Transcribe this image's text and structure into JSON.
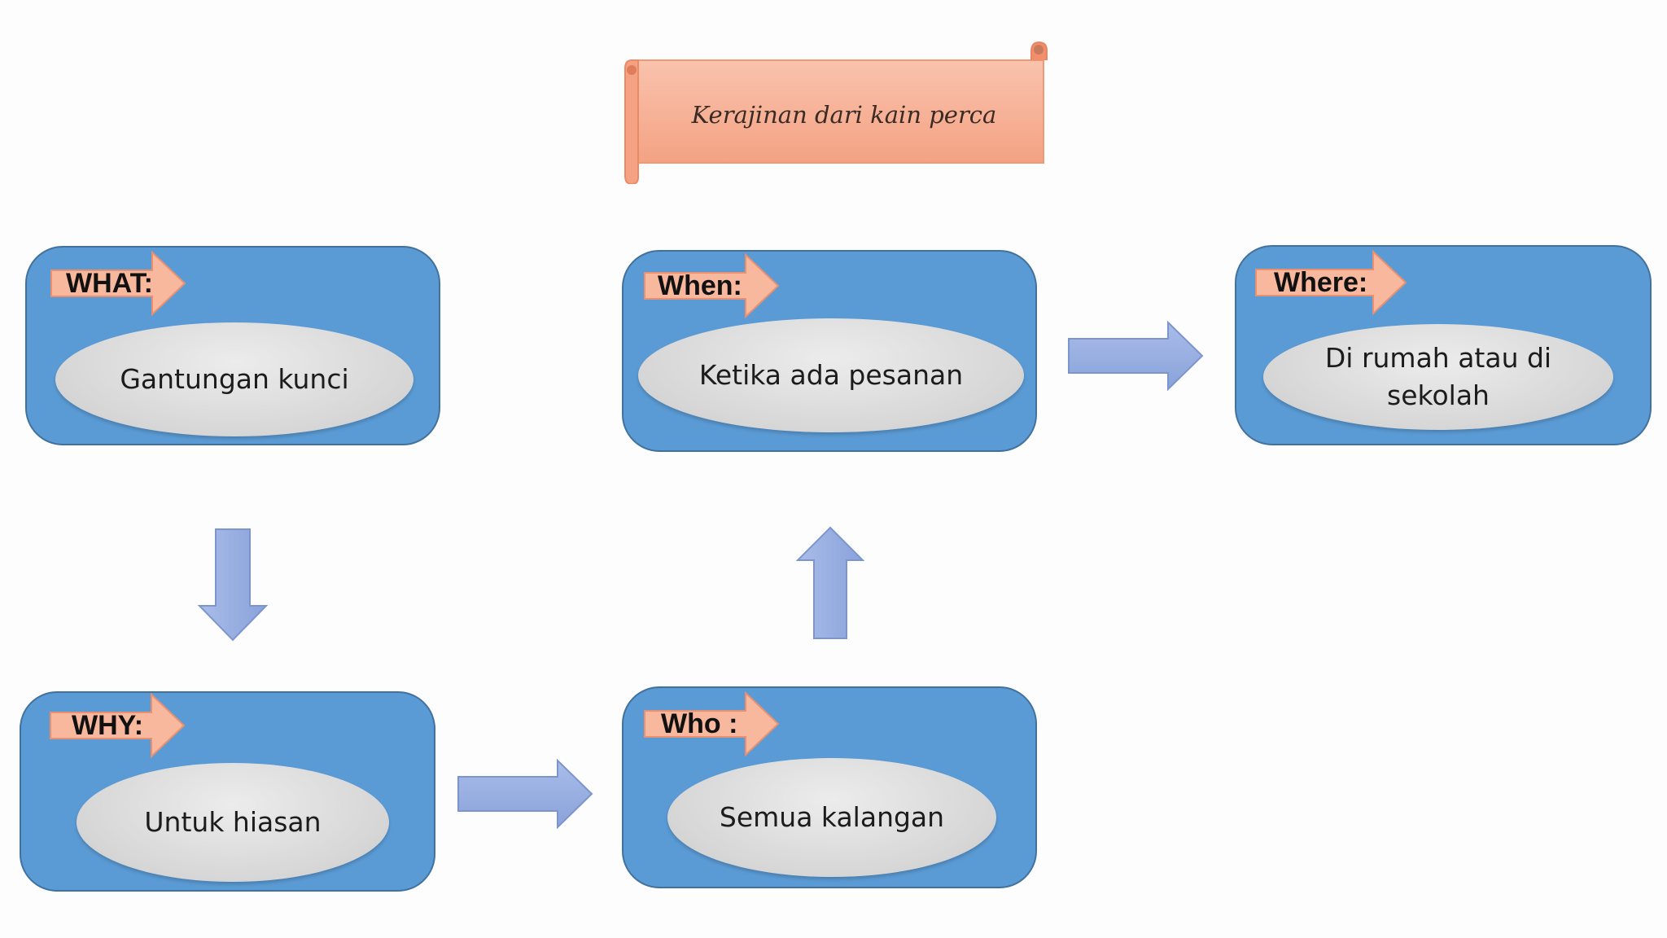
{
  "banner": {
    "text": "Kerajinan dari kain perca"
  },
  "cards": {
    "what": {
      "tag": "WHAT:",
      "text": "Gantungan kunci"
    },
    "when": {
      "tag": "When:",
      "text": "Ketika ada pesanan"
    },
    "where": {
      "tag": "Where:",
      "text": "Di rumah atau di sekolah"
    },
    "why": {
      "tag": "WHY:",
      "text": "Untuk hiasan"
    },
    "who": {
      "tag": "Who :",
      "text": "Semua kalangan"
    }
  },
  "colors": {
    "card_fill": "#5b9bd5",
    "card_border": "#41719c",
    "tag_fill": "#f8b89e",
    "banner_fill": "#f6aa8c",
    "flow_arrow": "#8ea5dc"
  }
}
